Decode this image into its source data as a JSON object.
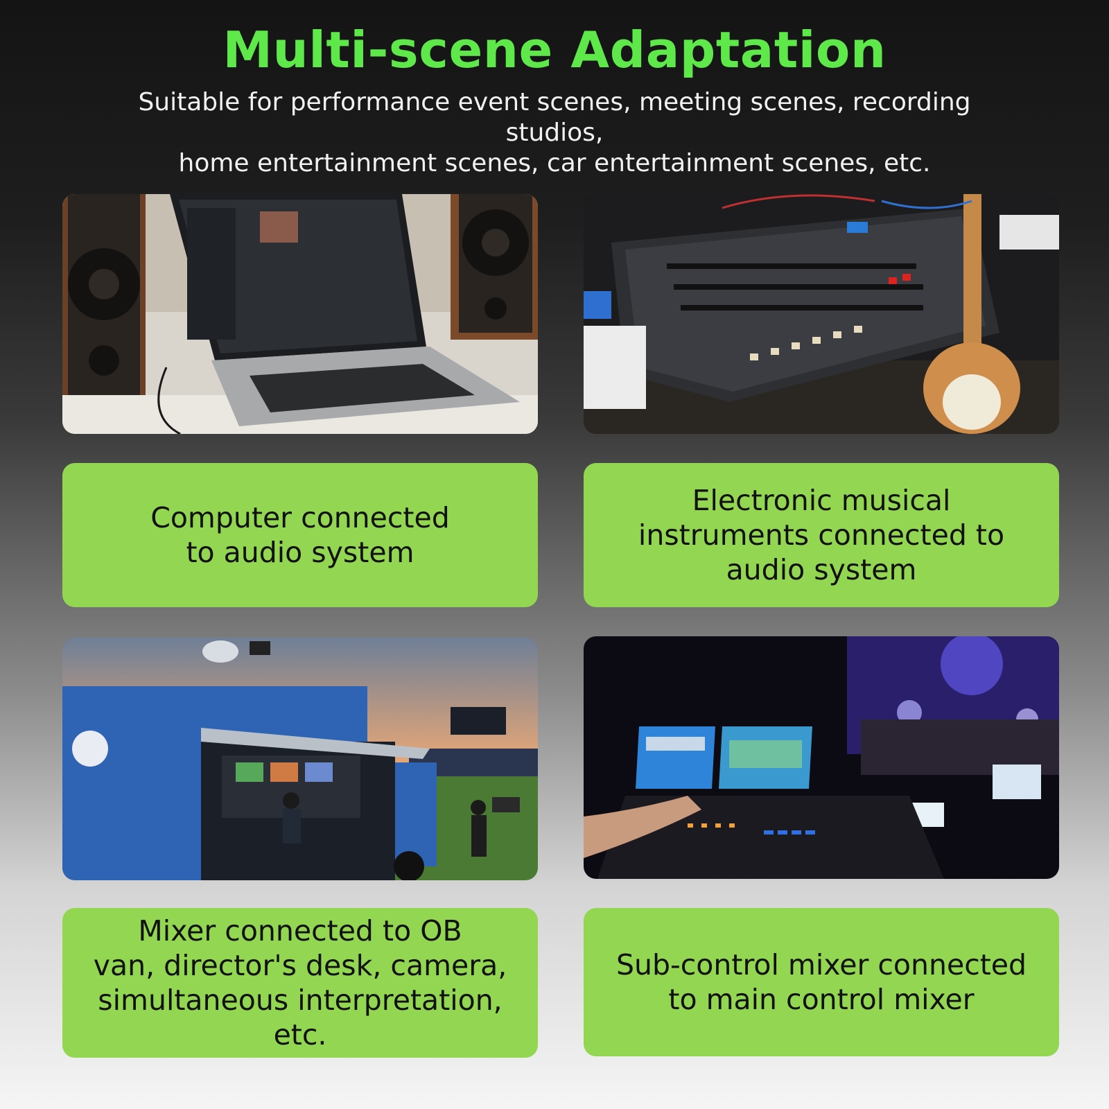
{
  "header": {
    "title": "Multi-scene Adaptation",
    "subtitle": "Suitable for performance event scenes, meeting scenes, recording studios,\nhome entertainment scenes, car entertainment scenes, etc."
  },
  "scenes": [
    {
      "photo": "laptop-speakers-photo",
      "caption": "Computer connected\nto audio system"
    },
    {
      "photo": "mixing-console-guitar-photo",
      "caption": "Electronic musical\ninstruments connected to\naudio system"
    },
    {
      "photo": "ob-van-stadium-photo",
      "caption": "Mixer connected to OB\nvan, director's desk, camera,\nsimultaneous interpretation, etc."
    },
    {
      "photo": "concert-control-desk-photo",
      "caption": "Sub-control mixer connected\nto main control mixer"
    }
  ],
  "colors": {
    "title": "#5ee84a",
    "caption_bg": "#93d651"
  }
}
